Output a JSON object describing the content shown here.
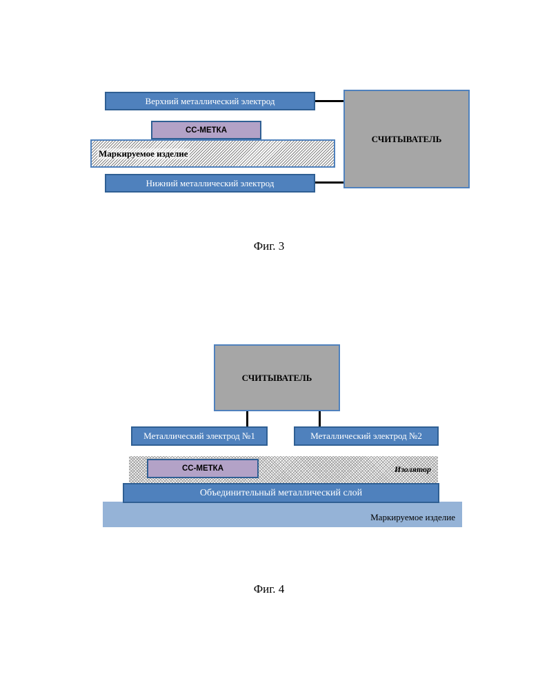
{
  "fig3": {
    "top_electrode": "Верхний металлический электрод",
    "tag": "СС-МЕТКА",
    "marked_item": "Маркируемое изделие",
    "bottom_electrode": "Нижний металлический электрод",
    "reader": "СЧИТЫВАТЕЛЬ",
    "caption": "Фиг. 3"
  },
  "fig4": {
    "reader": "СЧИТЫВАТЕЛЬ",
    "electrode1": "Металлический электрод №1",
    "electrode2": "Металлический электрод №2",
    "tag": "СС-МЕТКА",
    "insulator": "Изолятор",
    "joining_layer": "Объединительный металлический слой",
    "marked_item": "Маркируемое изделие",
    "caption": "Фиг. 4"
  },
  "colors": {
    "electrode": "#4f81bd",
    "electrode_border": "#2f5f93",
    "reader": "#a6a6a6",
    "tag": "#b3a2c7",
    "marked_item_fig4": "#95b3d7"
  }
}
